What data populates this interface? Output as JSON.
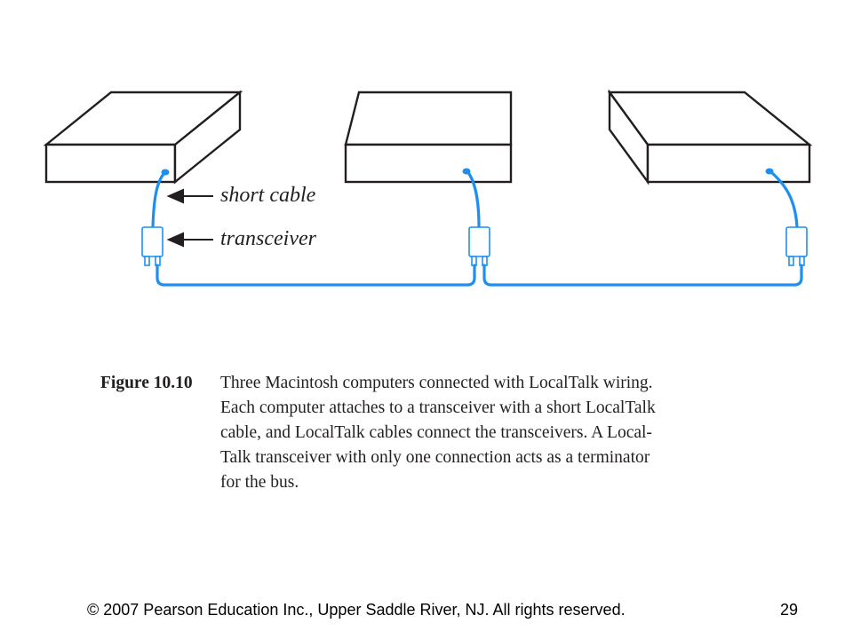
{
  "diagram": {
    "labels": {
      "short_cable": "short cable",
      "transceiver": "transceiver"
    },
    "computers": [
      {
        "name": "computer-1"
      },
      {
        "name": "computer-2"
      },
      {
        "name": "computer-3"
      }
    ],
    "colors": {
      "cable": "#1e8ff0",
      "outline": "#231f20"
    }
  },
  "caption": {
    "figure_label": "Figure 10.10",
    "lines": [
      "Three Macintosh computers connected with LocalTalk wiring.",
      "Each computer attaches to a transceiver with a short LocalTalk",
      "cable, and LocalTalk cables connect the transceivers.  A Local-",
      "Talk transceiver with only one connection acts as a terminator",
      "for the bus."
    ]
  },
  "footer": {
    "copyright": "© 2007 Pearson Education Inc., Upper Saddle River, NJ. All rights reserved.",
    "page_number": "29"
  }
}
